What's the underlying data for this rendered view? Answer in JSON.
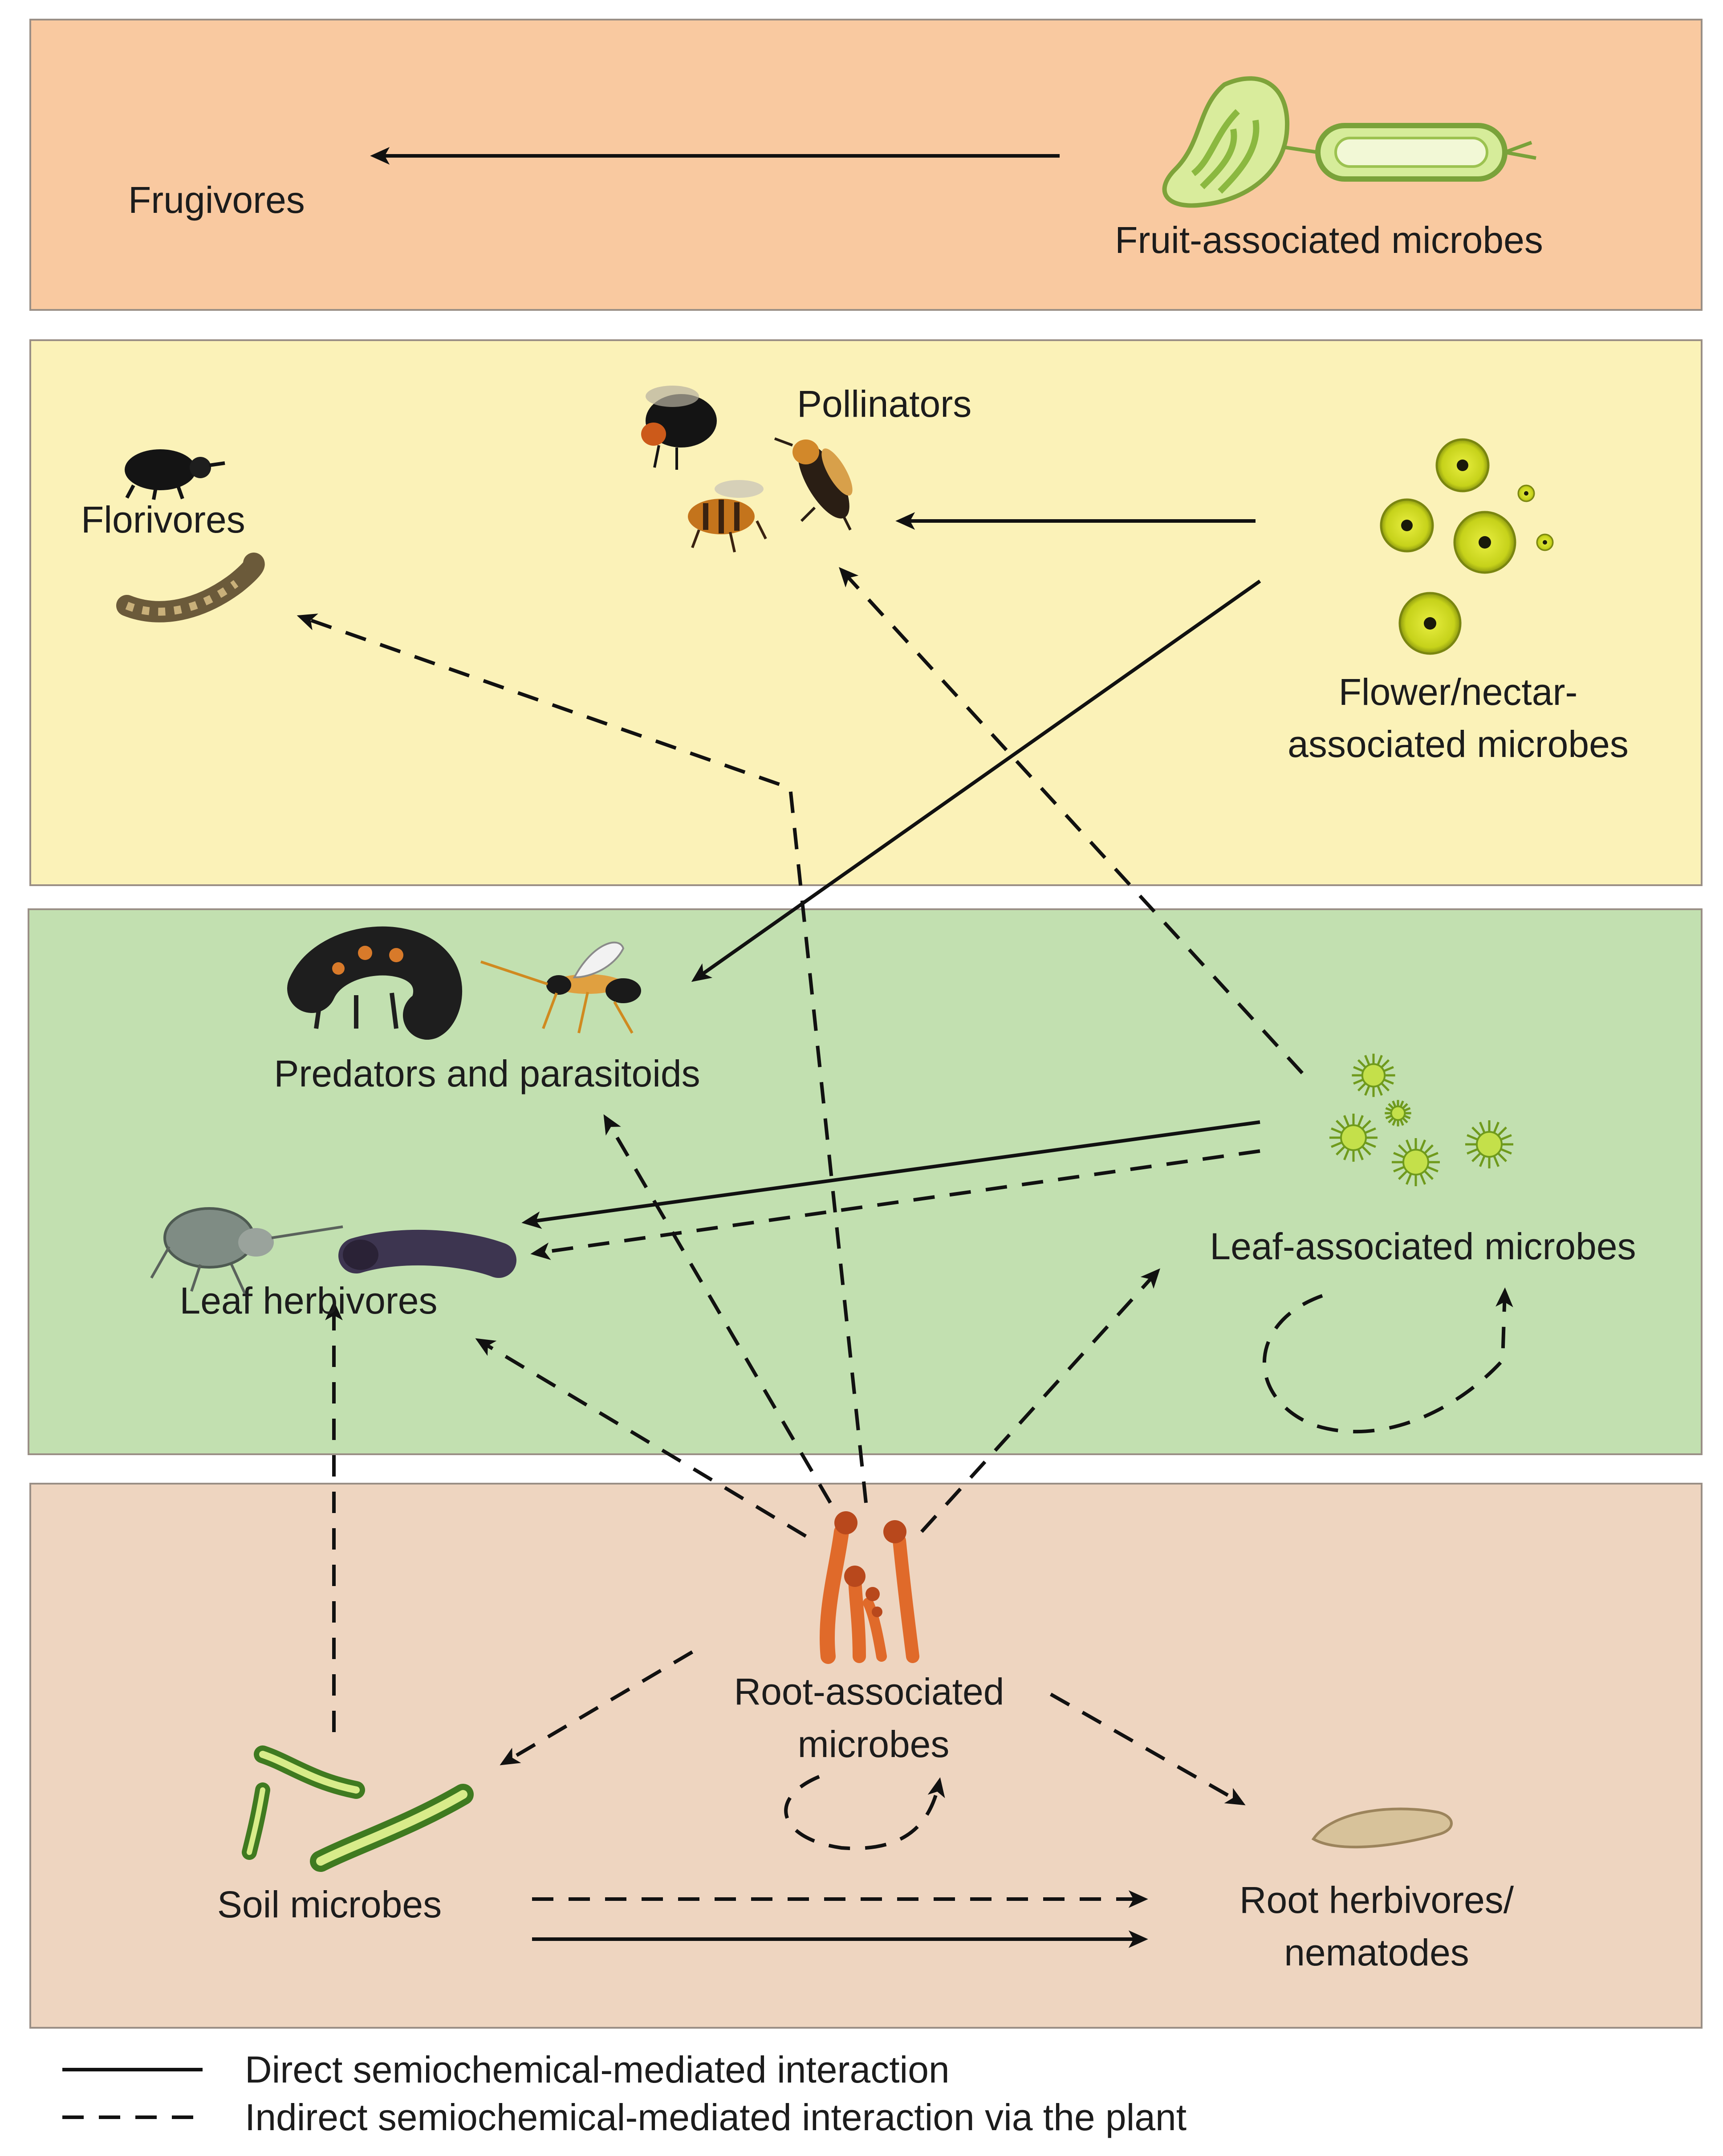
{
  "colors": {
    "fruit_panel": "#f9c9a0",
    "flower_panel": "#fbf2b8",
    "leaf_panel": "#c2e0b0",
    "root_panel": "#eed5c0",
    "arrow": "#111111"
  },
  "panels": {
    "fruit": {
      "labels": {
        "frugivores": "Frugivores",
        "fruit_microbes": "Fruit-associated microbes"
      }
    },
    "flower": {
      "labels": {
        "pollinators": "Pollinators",
        "florivores": "Florivores",
        "flower_microbes_line1": "Flower/nectar-",
        "flower_microbes_line2": "associated microbes"
      }
    },
    "leaf": {
      "labels": {
        "predators": "Predators and parasitoids",
        "leaf_herbivores": "Leaf herbivores",
        "leaf_microbes": "Leaf-associated microbes"
      }
    },
    "root": {
      "labels": {
        "root_microbes_line1": "Root-associated",
        "root_microbes_line2": "microbes",
        "soil_microbes": "Soil microbes",
        "root_herbivores_line1": "Root herbivores/",
        "root_herbivores_line2": "nematodes"
      }
    }
  },
  "icons": [
    "fruit-microbe-icon",
    "beetle-icon",
    "caterpillar-icon",
    "bumblebee-icon",
    "bee-icon",
    "yeast-cell-icon",
    "ladybird-larva-icon",
    "parasitoid-wasp-icon",
    "aphid-icon",
    "sawfly-larva-icon",
    "spiky-microbe-icon",
    "root-fungus-icon",
    "soil-bacterium-icon",
    "larva-icon"
  ],
  "legend": {
    "direct": "Direct semiochemical-mediated interaction",
    "indirect": "Indirect semiochemical-mediated interaction via the plant"
  }
}
